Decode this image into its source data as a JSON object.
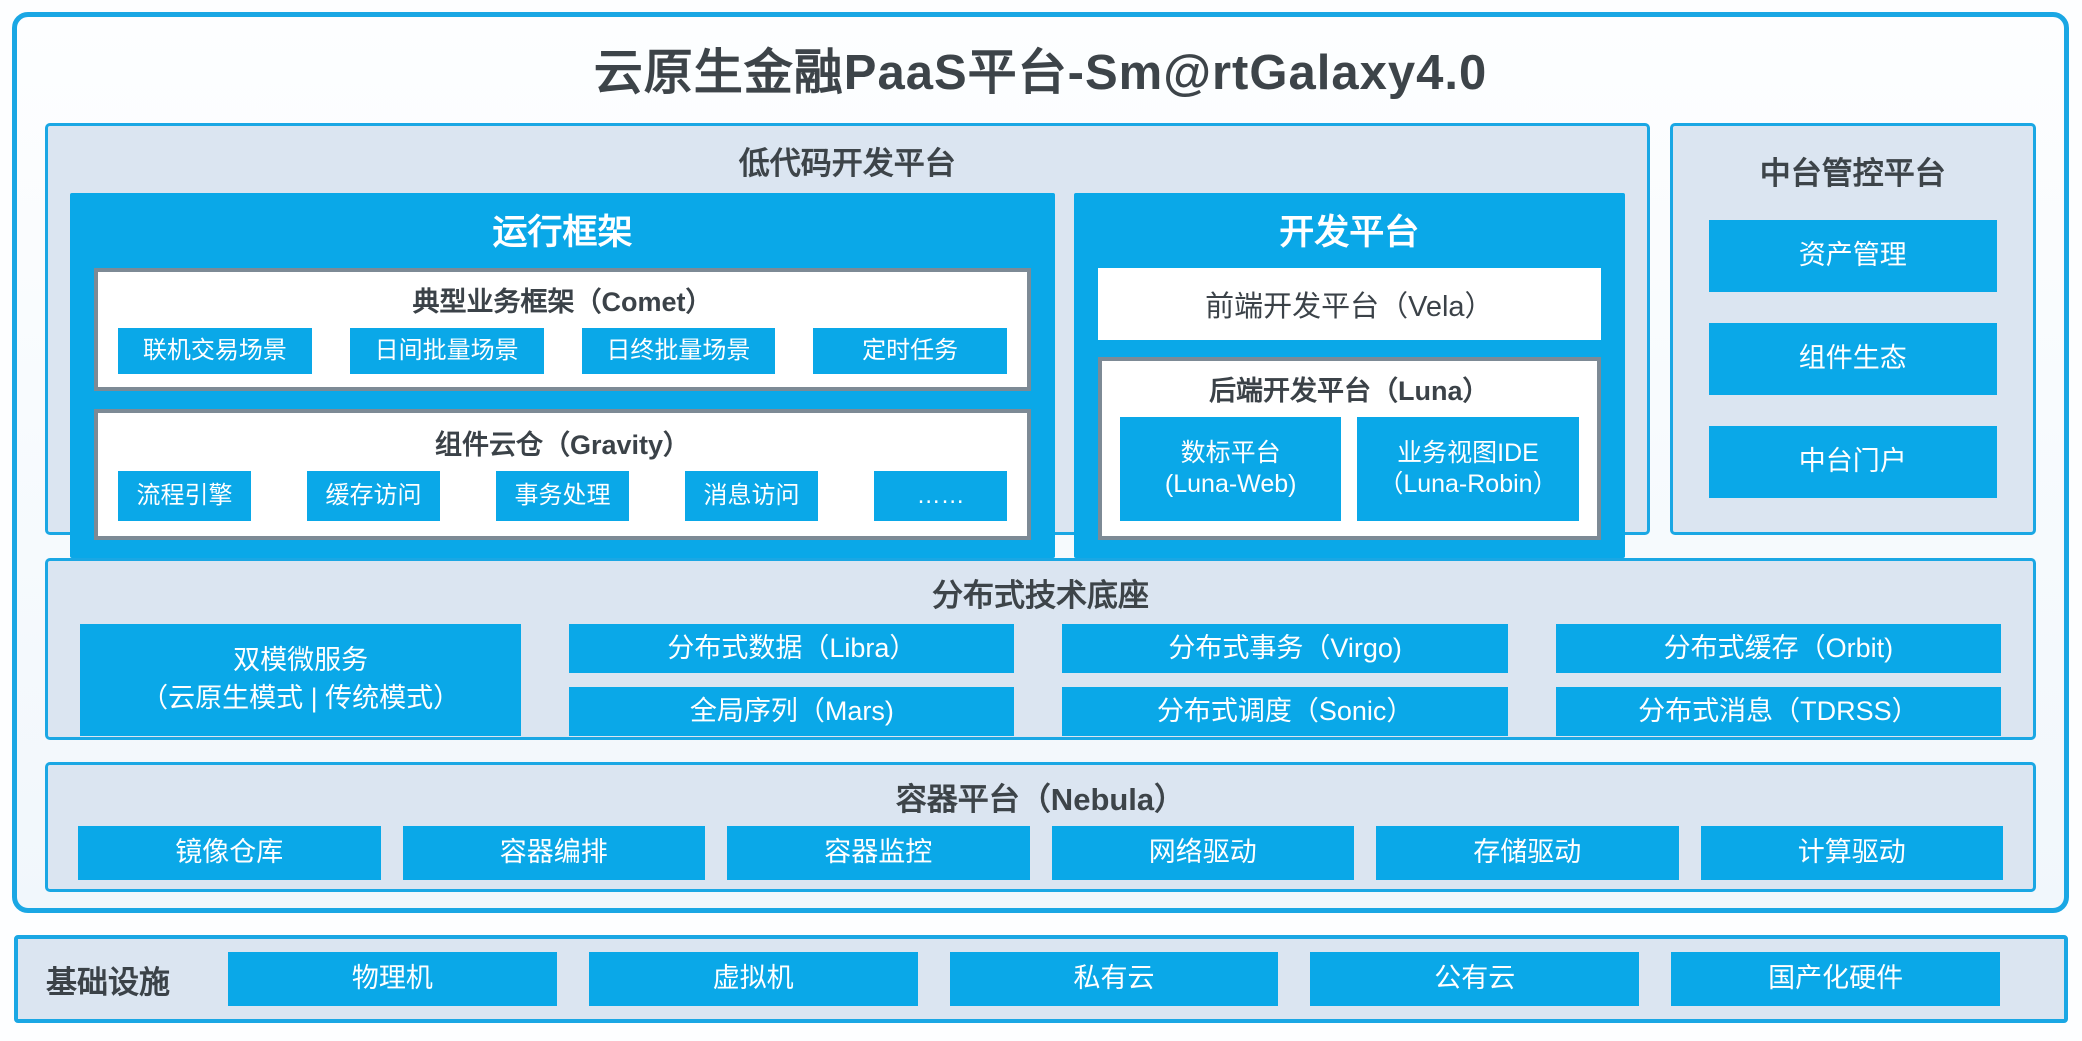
{
  "title": "云原生金融PaaS平台-Sm@rtGalaxy4.0",
  "colors": {
    "accent_blue": "#0aa8e8",
    "border_cyan": "#1aa7e4",
    "section_bg": "#dbe5f1",
    "gray_border": "#7d8a95",
    "dark_text": "#3d4449"
  },
  "lowcode": {
    "title": "低代码开发平台",
    "runtime": {
      "title": "运行框架",
      "comet": {
        "title": "典型业务框架（Comet）",
        "items": [
          "联机交易场景",
          "日间批量场景",
          "日终批量场景",
          "定时任务"
        ]
      },
      "gravity": {
        "title": "组件云仓（Gravity）",
        "items": [
          "流程引擎",
          "缓存访问",
          "事务处理",
          "消息访问",
          "……"
        ]
      }
    },
    "dev": {
      "title": "开发平台",
      "vela": "前端开发平台（Vela）",
      "luna": {
        "title": "后端开发平台（Luna）",
        "items": [
          {
            "line1": "数标平台",
            "line2": "(Luna-Web)"
          },
          {
            "line1": "业务视图IDE",
            "line2": "（Luna-Robin）"
          }
        ]
      }
    }
  },
  "midplatform": {
    "title": "中台管控平台",
    "items": [
      "资产管理",
      "组件生态",
      "中台门户"
    ]
  },
  "distributed": {
    "title": "分布式技术底座",
    "big_item": {
      "line1": "双模微服务",
      "line2": "（云原生模式 | 传统模式）"
    },
    "columns": [
      [
        "分布式数据（Libra）",
        "全局序列（Mars)"
      ],
      [
        "分布式事务（Virgo)",
        "分布式调度（Sonic）"
      ],
      [
        "分布式缓存（Orbit)",
        "分布式消息（TDRSS）"
      ]
    ]
  },
  "container": {
    "title": "容器平台（Nebula）",
    "items": [
      "镜像仓库",
      "容器编排",
      "容器监控",
      "网络驱动",
      "存储驱动",
      "计算驱动"
    ]
  },
  "infrastructure": {
    "title": "基础设施",
    "items": [
      "物理机",
      "虚拟机",
      "私有云",
      "公有云",
      "国产化硬件"
    ]
  }
}
